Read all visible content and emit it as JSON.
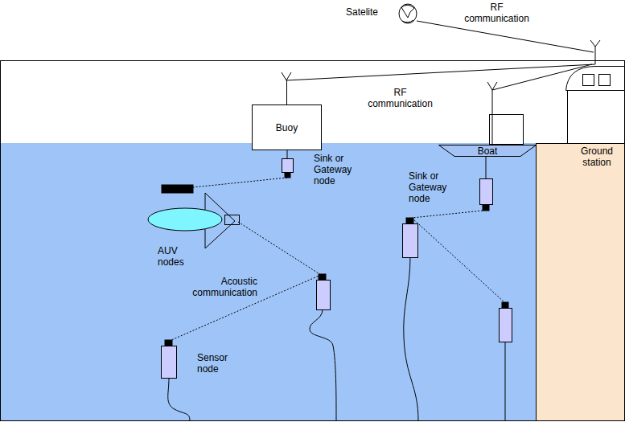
{
  "diagram": {
    "nodes": [
      {
        "text": [
          "Buoy"
        ]
      },
      {
        "text": [
          "Boat"
        ]
      },
      {
        "text": [
          "Ground station"
        ]
      }
    ],
    "edges": [
      {
        "from": 0,
        "to": 2,
        "label": "RF communication",
        "arrow": "none"
      },
      {
        "from": 1,
        "to": 2,
        "arrow": "none"
      }
    ],
    "labels": [
      "Satelite",
      "RF communication",
      "Sink or Gateway node",
      "Sink or Gateway node",
      "AUV nodes",
      "Acoustic communication",
      "Sensor node"
    ]
  }
}
